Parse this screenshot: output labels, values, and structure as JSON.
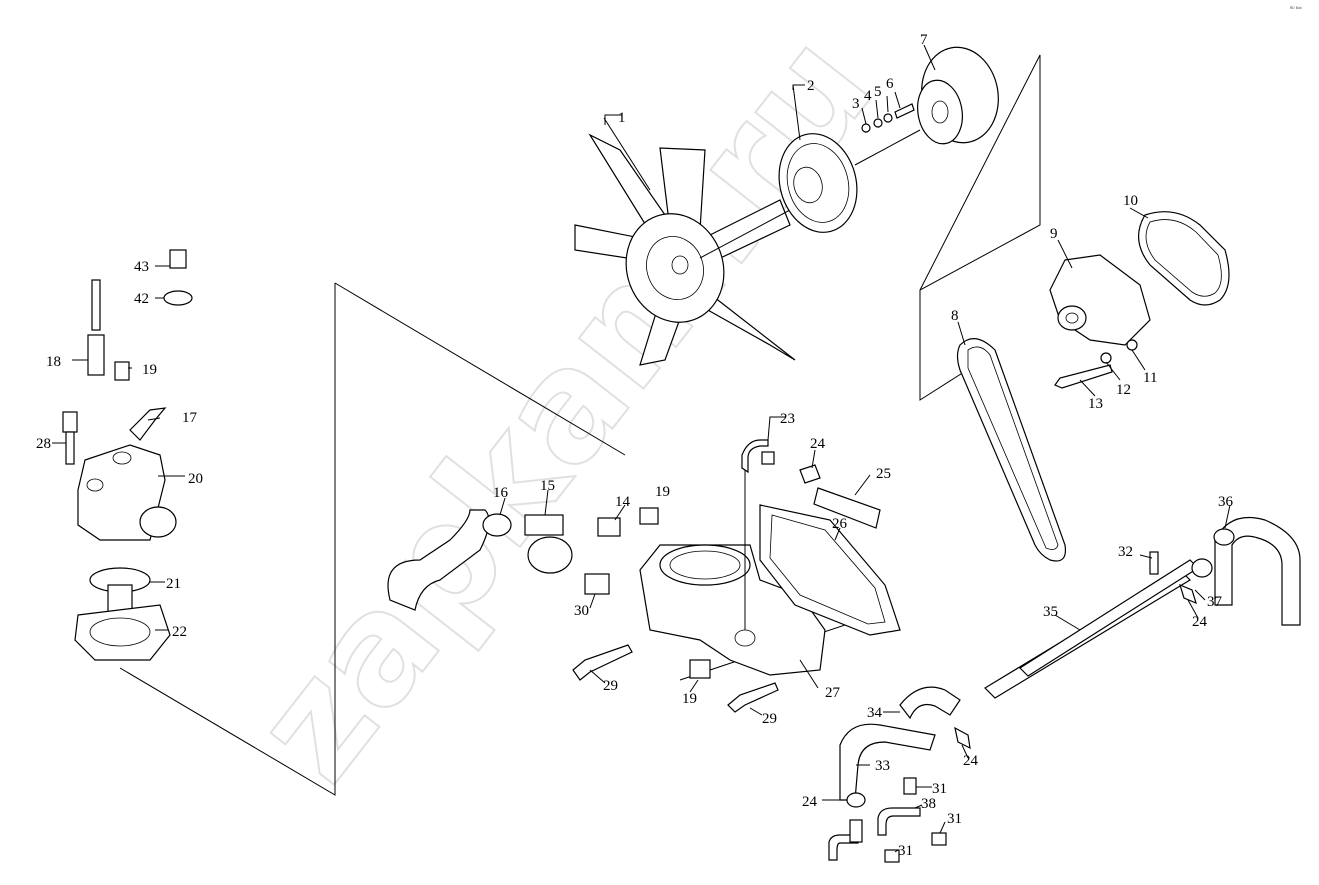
{
  "corner_mark": "ᴿᴰ ᴮᵃᵇ",
  "watermark": "zapkam.ru",
  "callouts": [
    "1",
    "2",
    "3",
    "4",
    "5",
    "6",
    "7",
    "8",
    "9",
    "10",
    "11",
    "12",
    "13",
    "14",
    "15",
    "16",
    "17",
    "18",
    "19",
    "20",
    "21",
    "22",
    "23",
    "24",
    "25",
    "26",
    "27",
    "28",
    "29",
    "30",
    "31",
    "32",
    "33",
    "34",
    "35",
    "36",
    "37",
    "38",
    "42",
    "43"
  ],
  "labels": {
    "l1": "1",
    "l2": "2",
    "l3": "3",
    "l4": "4",
    "l5": "5",
    "l6": "6",
    "l7": "7",
    "l8": "8",
    "l9": "9",
    "l10": "10",
    "l11": "11",
    "l12": "12",
    "l13": "13",
    "l14": "14",
    "l15": "15",
    "l16": "16",
    "l17": "17",
    "l18": "18",
    "l19a": "19",
    "l19b": "19",
    "l19c": "19",
    "l20": "20",
    "l21": "21",
    "l22": "22",
    "l23": "23",
    "l24a": "24",
    "l24b": "24",
    "l24c": "24",
    "l24d": "24",
    "l25": "25",
    "l26": "26",
    "l27": "27",
    "l28": "28",
    "l29a": "29",
    "l29b": "29",
    "l30": "30",
    "l31a": "31",
    "l31b": "31",
    "l31c": "31",
    "l32": "32",
    "l33": "33",
    "l34": "34",
    "l35": "35",
    "l36": "36",
    "l37": "37",
    "l38": "38",
    "l42": "42",
    "l43": "43"
  }
}
